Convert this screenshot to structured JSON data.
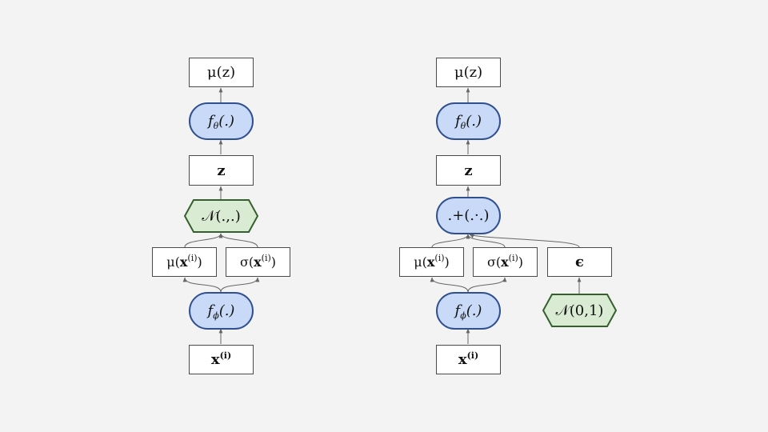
{
  "colors": {
    "background": "#f3f3f3",
    "box_fill": "#ffffff",
    "box_stroke": "#4a4a4a",
    "function_fill": "#c8daf7",
    "function_stroke": "#2f4f8f",
    "distribution_fill": "#d9ebd2",
    "distribution_stroke": "#35602d",
    "arrow": "#666666"
  },
  "left": {
    "mu_z": "μ(z)",
    "f_theta": "fθ(.)",
    "z": "z",
    "normal": "𝒩(.,.)",
    "mu_x": "μ(x(i))",
    "sigma_x": "σ(x(i))",
    "f_phi": "fϕ(.)",
    "x_i": "x(i)"
  },
  "right": {
    "mu_z": "μ(z)",
    "f_theta": "fθ(.)",
    "z": "z",
    "plus": ".+(.·.)",
    "mu_x": "μ(x(i))",
    "sigma_x": "σ(x(i))",
    "epsilon": "ϵ",
    "f_phi": "fϕ(.)",
    "x_i": "x(i)",
    "normal01": "𝒩(0,1)"
  }
}
